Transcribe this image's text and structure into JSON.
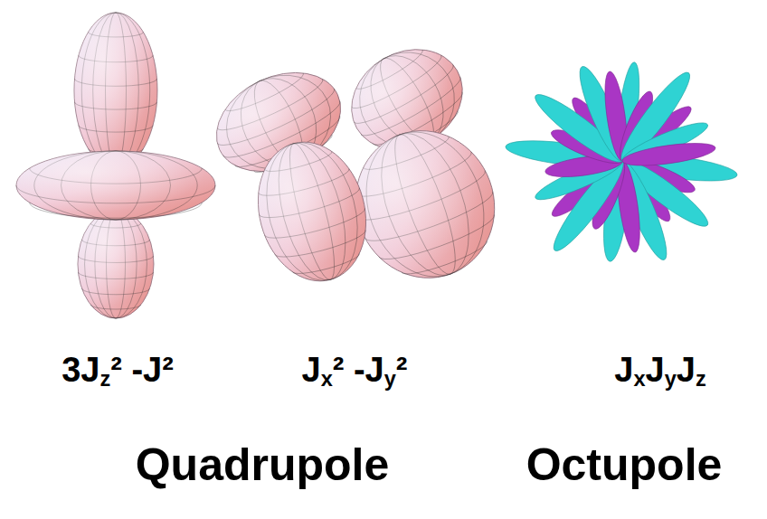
{
  "diagram": {
    "labels": [
      "3Jz² -J²",
      "Jx² -Jy²",
      "JxJyJz",
      "Quadrupole",
      "Octupole"
    ]
  }
}
